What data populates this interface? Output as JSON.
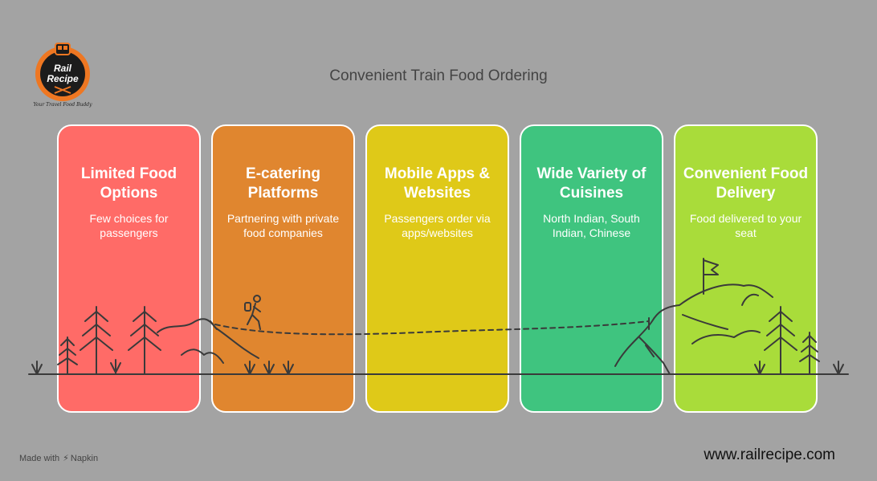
{
  "header": {
    "title": "Convenient Train Food Ordering"
  },
  "logo": {
    "line1": "Rail",
    "line2": "Recipe",
    "tagline": "Your Travel Food Buddy"
  },
  "cards": [
    {
      "title": "Limited Food Options",
      "desc": "Few choices for passengers",
      "color": "#ff6b67"
    },
    {
      "title": "E-catering Platforms",
      "desc": "Partnering with private food companies",
      "color": "#e0862f"
    },
    {
      "title": "Mobile Apps & Websites",
      "desc": "Passengers order via apps/websites",
      "color": "#dfc918"
    },
    {
      "title": "Wide Variety of Cuisines",
      "desc": "North Indian, South Indian, Chinese",
      "color": "#3fc47f"
    },
    {
      "title": "Convenient Food Delivery",
      "desc": "Food delivered to your seat",
      "color": "#a9dc3a"
    }
  ],
  "footer": {
    "made_with": "Made with",
    "brand": "Napkin",
    "url": "www.railrecipe.com"
  }
}
